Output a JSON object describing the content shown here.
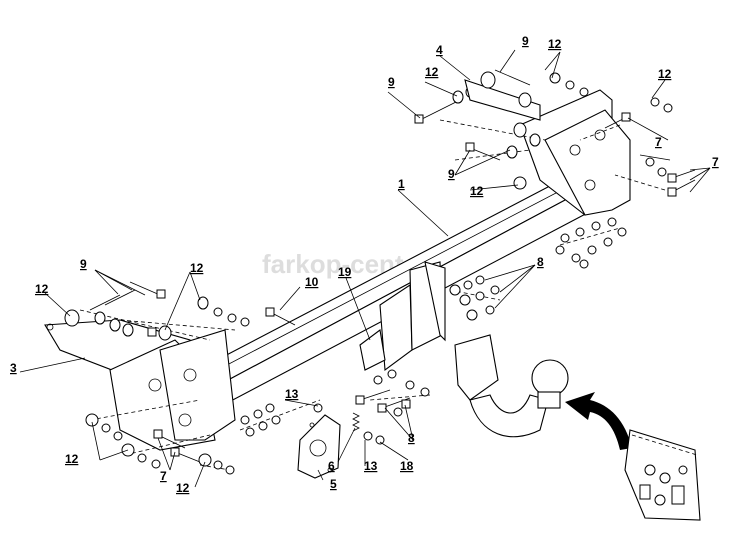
{
  "watermark": "farkop-center.ru",
  "callouts": {
    "c1": "1",
    "c3": "3",
    "c4": "4",
    "c5": "5",
    "c6": "6",
    "c7a": "7",
    "c7b": "7",
    "c7c": "7",
    "c8a": "8",
    "c8b": "8",
    "c9a": "9",
    "c9b": "9",
    "c9c": "9",
    "c9d": "9",
    "c10": "10",
    "c12a": "12",
    "c12b": "12",
    "c12c": "12",
    "c12d": "12",
    "c12e": "12",
    "c12f": "12",
    "c12g": "12",
    "c12h": "12",
    "c13a": "13",
    "c13b": "13",
    "c18": "18",
    "c19": "19"
  },
  "colors": {
    "line": "#000000",
    "background": "#ffffff",
    "watermark": "#d0d0d0"
  },
  "icons": {
    "arrow": "curved-arrow-icon",
    "bag": "hardware-bag-icon"
  }
}
